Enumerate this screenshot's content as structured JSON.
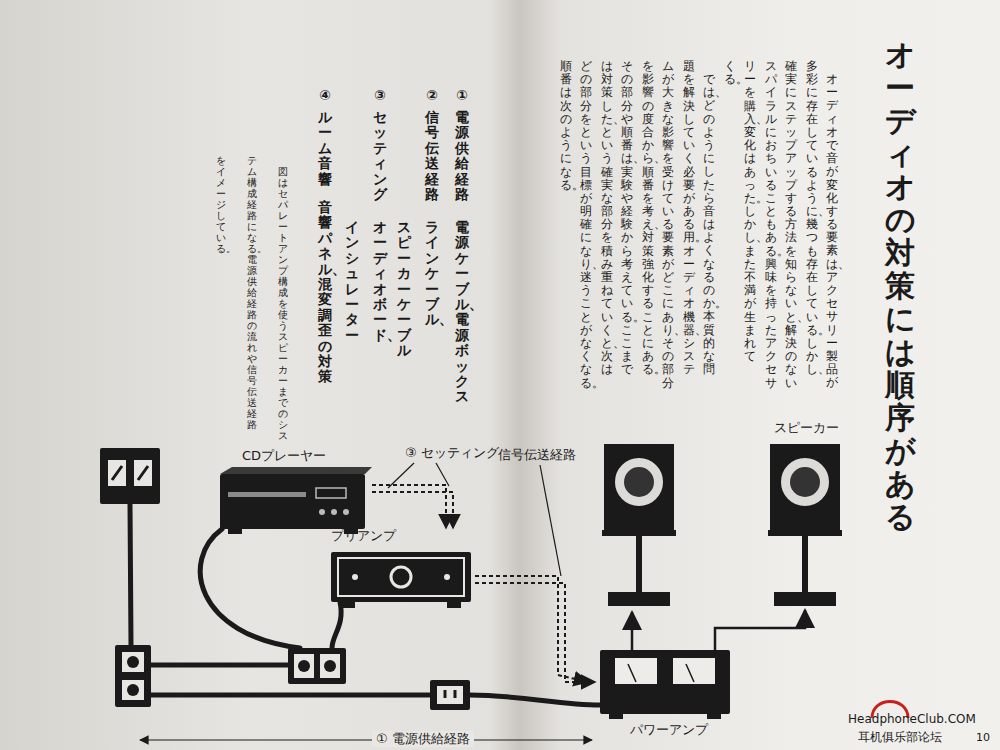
{
  "diagram": {
    "title": "オーディオの対策には順序がある",
    "nodes": [
      {
        "text": [
          "CDプレーヤー"
        ]
      },
      {
        "text": [
          "プリアンプ"
        ]
      },
      {
        "text": [
          "パワーアンプ"
        ]
      },
      {
        "text": [
          "スピーカー"
        ]
      }
    ],
    "edges": [
      {
        "from": 0,
        "to": 1,
        "arrow": "to"
      },
      {
        "from": 1,
        "to": 2,
        "arrow": "to"
      },
      {
        "from": 2,
        "to": 3,
        "arrow": "to"
      }
    ],
    "labels": [
      "オーディオで音が変化する要素は、アクセサリー製品が",
      "多彩に存在しているように、幾つも存在している。しかし、",
      "確実にステップアップする方法を知らないと、解決のない",
      "スパイラルにおちいることもある。興味を持ったアクセサ",
      "リーを購入、変化はあった。しかし、また不満が生まれて",
      "くる。",
      "では、どのようにしたら音はよくなるのか。本質的な問",
      "題を解決していく必要がある用。オーディオ機器、システ",
      "ムが大きな影響を受けている要素がどこにあり、その部分",
      "を影響の度合から、順番を考え、対策強化することにある。",
      "その部分や順番は、実験や経験から考えている。ここまで",
      "は対策した、という確実な部分を積み重ねていくと、次は",
      "どの部分をという目標が明確になり、迷うことがなくなる。",
      "順番は次のようになる。",
      "①",
      "電源供給経路",
      "電源ケーブル、電源ボックス",
      "②",
      "信号伝送経路",
      "ラインケーブル、",
      "スピーカーケーブル",
      "③",
      "セッティング",
      "オーディオボード、",
      "インシュレーター",
      "④",
      "ルーム音響",
      "音響パネル、混変調歪の対策",
      "図はセパレートアンプ構成を使うスピーカーまでのシス",
      "テム構成経路になる。電源供給経路の流れや信号伝送経路",
      "をイメージしている。",
      "③ セッティング",
      "信号伝送経路",
      "① 電源供給経路",
      "HeadphoneClub.COM",
      "耳机俱乐部论坛",
      "10"
    ]
  }
}
